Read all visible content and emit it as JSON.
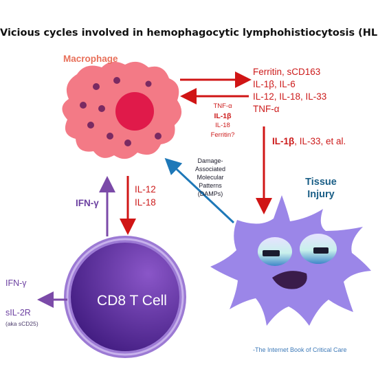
{
  "title": "Vicious cycles involved in hemophagocytic lymphohistiocytosis (HLH)",
  "macrophage": {
    "label": "Macrophage"
  },
  "macrophage_outputs": [
    "Ferritin, sCD163",
    "IL-1β, IL-6",
    "IL-12, IL-18, IL-33",
    "TNF-α"
  ],
  "tissue_to_macrophage": [
    "TNF-α",
    "IL-1β",
    "IL-18",
    "Ferritin?"
  ],
  "tissue_signal": {
    "bold": "IL-1β",
    "rest": ", IL-33, et al."
  },
  "macrophage_to_tcell": [
    "IL-12",
    "IL-18"
  ],
  "tcell_to_macrophage": "IFN-γ",
  "damps": [
    "Damage-",
    "Associated",
    "Molecular",
    "Patterns",
    "(DAMPs)"
  ],
  "tissue": {
    "label_line1": "Tissue",
    "label_line2": "Injury"
  },
  "tcell": {
    "label": "CD8 T Cell"
  },
  "tcell_outputs": {
    "ifn": "IFN-γ",
    "sil2r": "sIL-2R",
    "aka": "(aka sCD25)"
  },
  "credit": "-The Internet Book of Critical Care",
  "colors": {
    "red_arrow": "#d01515",
    "purple_arrow": "#7b4aa8",
    "blue_arrow": "#1e78b8",
    "macrophage_body": "#f37a86",
    "nucleus": "#e01a4a",
    "tcell": "#5b2a9a",
    "tissue_cell": "#9b86e8"
  }
}
